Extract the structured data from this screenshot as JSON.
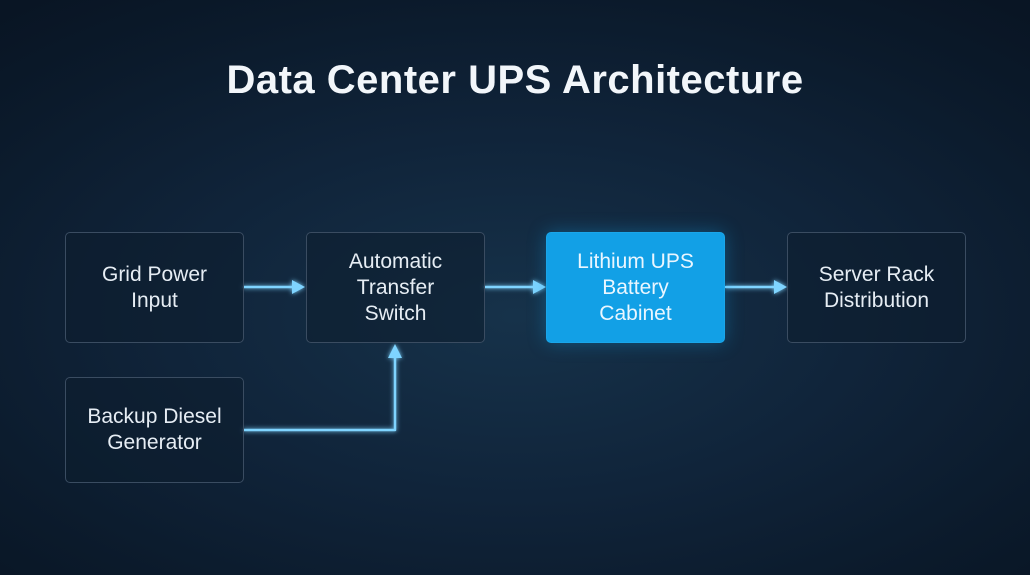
{
  "title": "Data Center UPS Architecture",
  "nodes": {
    "grid": "Grid Power\nInput",
    "ats": "Automatic\nTransfer\nSwitch",
    "ups": "Lithium UPS\nBattery\nCabinet",
    "rack": "Server Rack\nDistribution",
    "generator": "Backup Diesel\nGenerator"
  },
  "colors": {
    "background": "#10243a",
    "node_border": "#3a4c61",
    "highlight": "#12a0e6",
    "connector": "#7fd4ff"
  }
}
